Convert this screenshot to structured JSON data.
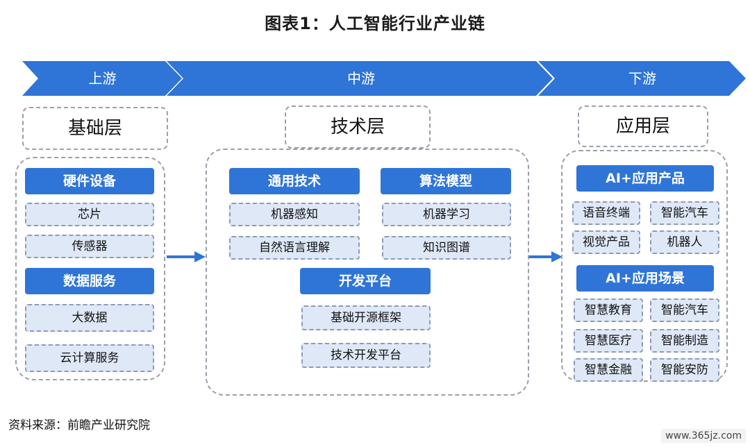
{
  "title": "图表1：人工智能行业产业链",
  "stages": [
    "上游",
    "中游",
    "下游"
  ],
  "layers": [
    "基础层",
    "技术层",
    "应用层"
  ],
  "upstream": {
    "hardware": {
      "title": "硬件设备",
      "items": [
        "芯片",
        "传感器"
      ]
    },
    "data": {
      "title": "数据服务",
      "items": [
        "大数据",
        "云计算服务"
      ]
    }
  },
  "midstream": {
    "general": {
      "title": "通用技术",
      "items": [
        "机器感知",
        "自然语言理解"
      ]
    },
    "algorithm": {
      "title": "算法模型",
      "items": [
        "机器学习",
        "知识图谱"
      ]
    },
    "platform": {
      "title": "开发平台",
      "items": [
        "基础开源框架",
        "技术开发平台"
      ]
    }
  },
  "downstream": {
    "products": {
      "title": "AI+应用产品",
      "items": [
        "语音终端",
        "智能汽车",
        "视觉产品",
        "机器人"
      ]
    },
    "scenes": {
      "title": "AI+应用场景",
      "items": [
        "智慧教育",
        "智能汽车",
        "智慧医疗",
        "智能制造",
        "智慧金融",
        "智能安防"
      ]
    }
  },
  "source": "资料来源：前瞻产业研究院",
  "watermark": "www.365jz.com",
  "colors": {
    "accent": "#2f75d8",
    "item_fill": "#dfe8f7",
    "dash": "#9aa0aa"
  }
}
